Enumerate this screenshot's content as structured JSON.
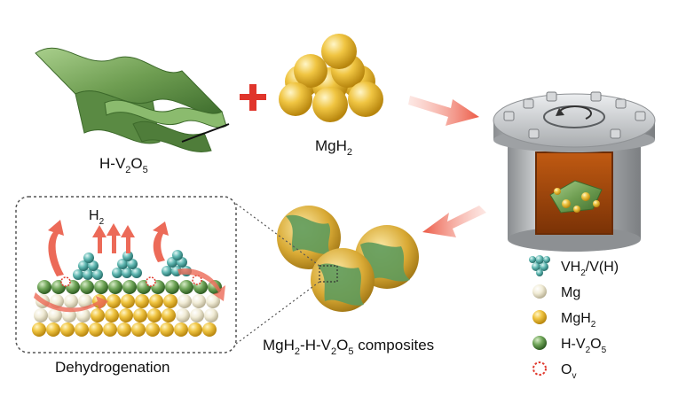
{
  "labels": {
    "hv2o5": {
      "a": "H-V",
      "b": "2",
      "c": "O",
      "d": "5"
    },
    "mgh2": {
      "a": "MgH",
      "b": "2"
    },
    "h2": {
      "a": "H",
      "b": "2"
    },
    "composites": {
      "a": "MgH",
      "b": "2",
      "c": "-H-V",
      "d": "2",
      "e": "O",
      "f": "5",
      "g": " composites"
    },
    "process": "Dehydrogenation"
  },
  "legend": [
    {
      "id": "vh2",
      "a": "VH",
      "b": "2",
      "c": "/V(H)"
    },
    {
      "id": "mg",
      "a": "Mg"
    },
    {
      "id": "mgh2",
      "a": "MgH",
      "b": "2"
    },
    {
      "id": "hv2o5",
      "a": "H-V",
      "b": "2",
      "c": "O",
      "d": "5"
    },
    {
      "id": "ov",
      "a": "O",
      "b": "v"
    }
  ],
  "colors": {
    "green_sheet": "#6f9e52",
    "gold_sphere": "#e6b83a",
    "arrow_red": "#ec6a58",
    "plus_red": "#e0352b",
    "vessel_gray": "#b9bcbf",
    "teal_cluster": "#5fb7b1"
  }
}
